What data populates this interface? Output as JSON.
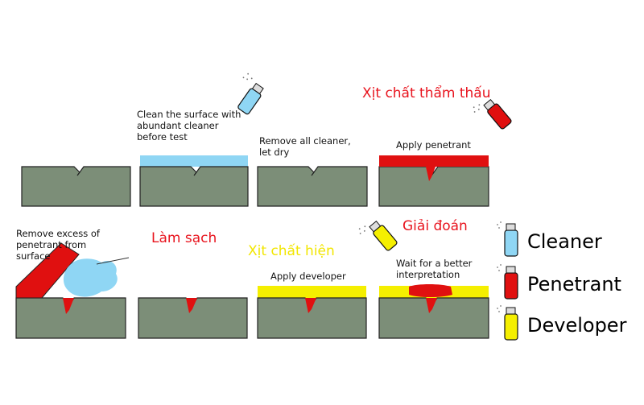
{
  "steps": {
    "clean_caption": "Clean the surface with\nabundant cleaner\nbefore test",
    "remove_cleaner_caption": "Remove all cleaner,\nlet dry",
    "apply_penetrant_caption": "Apply penetrant",
    "remove_excess_caption": "Remove excess of\npenetrant from\nsurface",
    "apply_developer_caption": "Apply developer",
    "wait_caption": "Wait for a better\ninterpretation"
  },
  "labels_vi": {
    "spray_penetrant": "Xịt chất thẩm thấu",
    "clean": "Làm sạch",
    "spray_developer": "Xịt chất hiện",
    "interpret": "Giải đoán"
  },
  "legend": [
    {
      "label": "Cleaner",
      "color": "#8fd6f4",
      "icon": "cleaner-spray-can-icon"
    },
    {
      "label": "Penetrant",
      "color": "#e01010",
      "icon": "penetrant-spray-can-icon"
    },
    {
      "label": "Developer",
      "color": "#f5ef00",
      "icon": "developer-spray-can-icon"
    }
  ],
  "colors": {
    "part": "#7c8e78",
    "cleaner": "#8fd6f4",
    "penetrant": "#e01010",
    "developer": "#f5ef00",
    "vi_red": "#e8141e",
    "vi_yellow": "#f2e600"
  }
}
